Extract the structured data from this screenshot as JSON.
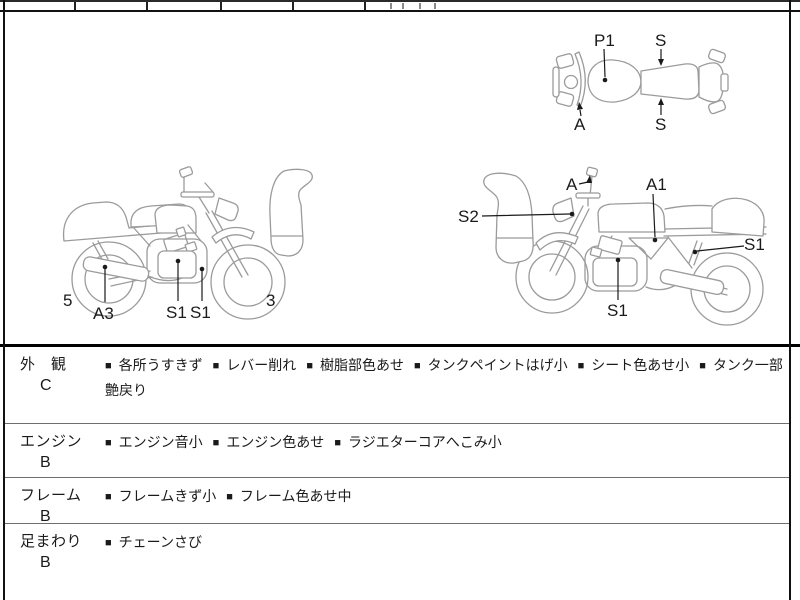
{
  "diagram": {
    "top_view": {
      "p1": "P1",
      "s_front": "S",
      "a": "A",
      "s_rear": "S"
    },
    "left_view": {
      "corner_left": "5",
      "a3": "A3",
      "s1_engine": "S1",
      "s1_frame": "S1",
      "corner_right": "3"
    },
    "right_view": {
      "s2": "S2",
      "a": "A",
      "a1": "A1",
      "s1_shock": "S1",
      "s1_engine": "S1"
    }
  },
  "condition_table": {
    "bullet": "■",
    "rows": [
      {
        "category": "外　観",
        "grade": "C",
        "items": [
          "各所うすきず",
          "レバー削れ",
          "樹脂部色あせ",
          "タンクペイントはげ小",
          "シート色あせ小",
          "タンク一部艶戻り"
        ]
      },
      {
        "category": "エンジン",
        "grade": "B",
        "items": [
          "エンジン音小",
          "エンジン色あせ",
          "ラジエターコアへこみ小"
        ]
      },
      {
        "category": "フレーム",
        "grade": "B",
        "items": [
          "フレームきず小",
          "フレーム色あせ中"
        ]
      },
      {
        "category": "足まわり",
        "grade": "B",
        "items": [
          "チェーンさび"
        ]
      }
    ]
  },
  "colors": {
    "line_art": "#9b9b9b",
    "text": "#1a1a1a",
    "border": "#000000"
  }
}
